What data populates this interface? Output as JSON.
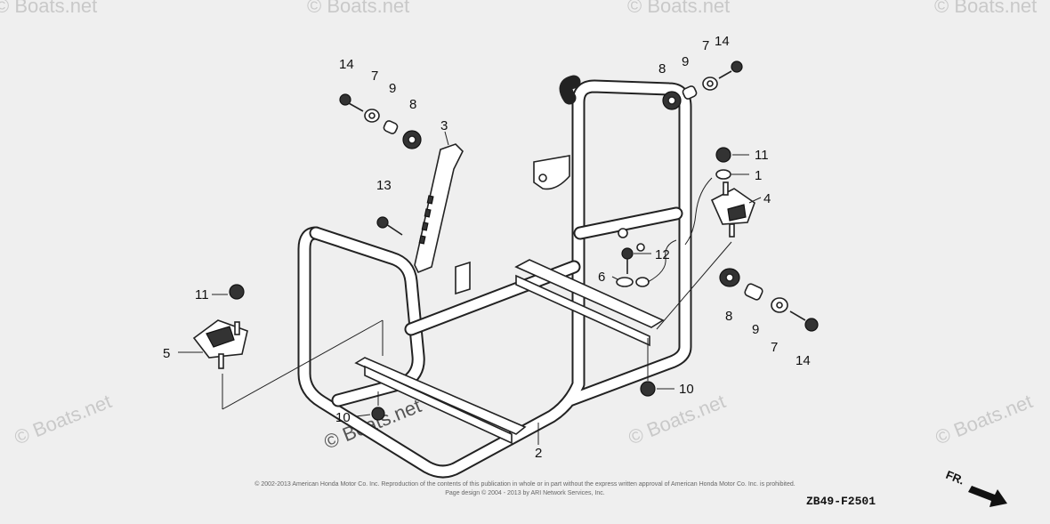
{
  "watermark": "© Boats.net",
  "copyright": {
    "line1": "© 2002-2013 American Honda Motor Co. Inc. Reproduction of the contents of this publication in whole or in part without the express written approval of American Honda Motor Co. Inc. is prohibited.",
    "line2": "Page design © 2004 - 2013 by ARI Network Services, Inc."
  },
  "diagram_code": "ZB49-F2501",
  "direction_label": "FR.",
  "callouts": [
    "14",
    "7",
    "9",
    "8",
    "3",
    "13",
    "11",
    "5",
    "10",
    "2",
    "8",
    "9",
    "7",
    "14",
    "11",
    "1",
    "4",
    "12",
    "6",
    "8",
    "9",
    "7",
    "14",
    "10"
  ],
  "colors": {
    "background": "#efefef",
    "line": "#222222",
    "watermark": "#c9c9c9"
  }
}
